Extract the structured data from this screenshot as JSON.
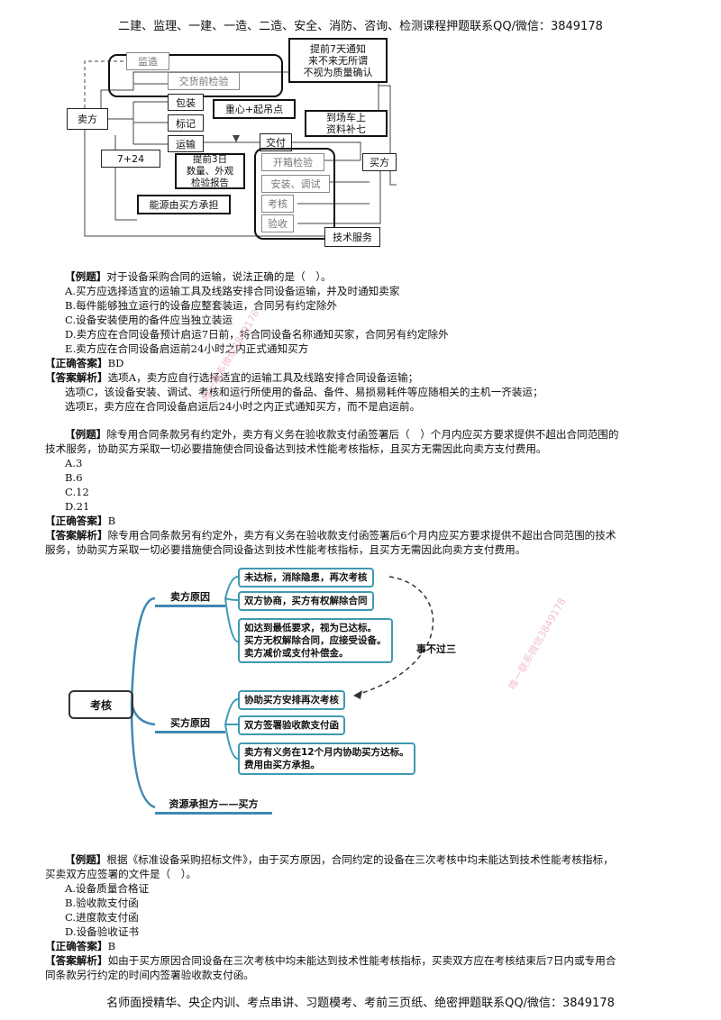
{
  "header": {
    "text": "二建、监理、一建、一造、二造、安全、消防、咨询、检测课程押题联系QQ/微信：3849178"
  },
  "footer": {
    "text": "名师面授精华、央企内训、考点串讲、习题模考、考前三页纸、绝密押题联系QQ/微信：3849178"
  },
  "flowchart": {
    "jianzao": "监造",
    "jiaohuoqian": "交货前检验",
    "callout_7days": [
      "提前7天通知",
      "来不来无所谓",
      "不视为质量确认"
    ],
    "maifang": "卖方",
    "baozhuang": "包装",
    "biaoji": "标记",
    "yunshu": "运输",
    "callout_zhongxin": "重心+起吊点",
    "callout_daochang": [
      "到场车上",
      "资料补七"
    ],
    "jiaofu": "交付",
    "box_724": "7+24",
    "callout_3days": [
      "提前3日",
      "数量、外观",
      "检验报告"
    ],
    "kaixiang": "开箱检验",
    "maifang2": "买方",
    "anzhuang": "安装、调试",
    "kaohe": "考核",
    "nengyuan": "能源由买方承担",
    "yanshou": "验收",
    "jishu": "技术服务"
  },
  "q1": {
    "stem_tag": "【例题】",
    "stem": "对于设备采购合同的运输，说法正确的是（　）。",
    "options": [
      "A.买方应选择适宜的运输工具及线路安排合同设备运输，并及时通知卖家",
      "B.每件能够独立运行的设备应整套装运，合同另有约定除外",
      "C.设备安装使用的备件应当独立装运",
      "D.卖方应在合同设备预计启运7日前，将合同设备名称通知买家，合同另有约定除外",
      "E.卖方应在合同设备启运前24小时之内正式通知买方"
    ],
    "answer_tag": "【正确答案】",
    "answer": "BD",
    "analysis_tag": "【答案解析】",
    "analysis": [
      "选项A，卖方应自行选择适宜的运输工具及线路安排合同设备运输；",
      "选项C，该设备安装、调试、考核和运行所使用的备品、备件、易损易耗件等应随相关的主机一齐装运；",
      "选项E，卖方应在合同设备启运后24小时之内正式通知买方，而不是启运前。"
    ]
  },
  "q2": {
    "stem_tag": "【例题】",
    "stem_line1": "除专用合同条款另有约定外，卖方有义务在验收款支付函签署后（　）个月内应买方要求提供不超出合同范围的",
    "stem_line2": "技术服务，协助买方采取一切必要措施使合同设备达到技术性能考核指标，且买方无需因此向卖方支付费用。",
    "options": [
      "A.3",
      "B.6",
      "C.12",
      "D.21"
    ],
    "answer_tag": "【正确答案】",
    "answer": "B",
    "analysis_tag": "【答案解析】",
    "analysis_line1": "除专用合同条款另有约定外，卖方有义务在验收款支付函签署后6个月内应买方要求提供不超出合同范围的技术",
    "analysis_line2": "服务，协助买方采取一切必要措施使合同设备达到技术性能考核指标，且买方无需因此向卖方支付费用。"
  },
  "mindmap": {
    "root": "考核",
    "seller": "卖方原因",
    "seller_items": [
      "未达标，消除隐患，再次考核",
      "双方协商，买方有权解除合同",
      [
        "如达到最低要求，视为已达标。",
        "买方无权解除合同，应接受设备。",
        "卖方减价或支付补偿金。"
      ]
    ],
    "note": "事不过三",
    "buyer": "买方原因",
    "buyer_items": [
      "协助买方安排再次考核",
      "双方签署验收款支付函",
      [
        "卖方有义务在12个月内协助买方达标。",
        "费用由买方承担。"
      ]
    ],
    "resource": "资源承担方——买方"
  },
  "q3": {
    "stem_tag": "【例题】",
    "stem_line1": "根据《标准设备采购招标文件》，由于买方原因，合同约定的设备在三次考核中均未能达到技术性能考核指标，",
    "stem_line2": "买卖双方应签署的文件是（　）。",
    "options": [
      "A.设备质量合格证",
      "B.验收款支付函",
      "C.进度款支付函",
      "D.设备验收证书"
    ],
    "answer_tag": "【正确答案】",
    "answer": "B",
    "analysis_tag": "【答案解析】",
    "analysis_line1": "如由于买方原因合同设备在三次考核中均未能达到技术性能考核指标，买卖双方应在考核结束后7日内或专用合",
    "analysis_line2": "同条款另行约定的时间内签署验收款支付函。"
  },
  "watermarks": [
    "唯一联系微信3849178",
    "唯一联系微信3849178"
  ]
}
